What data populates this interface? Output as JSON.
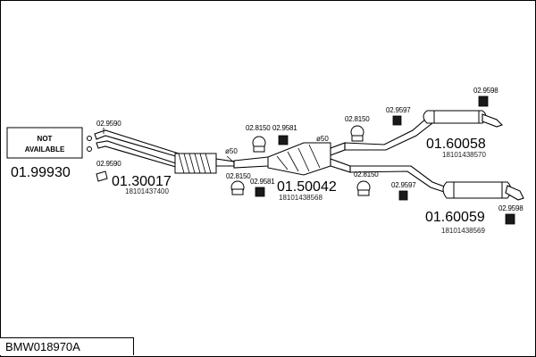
{
  "diagram_code": "BMW018970A",
  "not_available": {
    "line1": "NOT",
    "line2": "AVAILABLE",
    "part_number": "01.99930"
  },
  "parts": {
    "front_pipe": {
      "number": "01.30017",
      "oe": "18101437400"
    },
    "middle_silencer": {
      "number": "01.50042",
      "oe": "18101438568"
    },
    "rear_silencer_top": {
      "number": "01.60058",
      "oe": "18101438570"
    },
    "rear_silencer_bottom": {
      "number": "01.60059",
      "oe": "18101438569"
    }
  },
  "fittings": {
    "f1": "02.9590",
    "f2": "02.9590",
    "f3": "02.8150",
    "f4": "02.9581",
    "f5": "02.8150",
    "f6": "02.9597",
    "f7": "02.9598",
    "f8": "02.8150",
    "f9": "02.9581",
    "f10": "02.8150",
    "f11": "02.9597",
    "f12": "02.9598"
  },
  "diameters": {
    "d1": "ø50",
    "d2": "ø50"
  }
}
